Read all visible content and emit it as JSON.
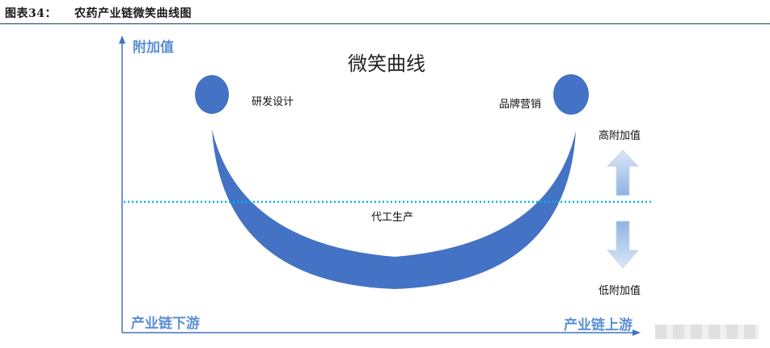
{
  "figure": {
    "number": "图表34：",
    "caption": "农药产业链微笑曲线图"
  },
  "diagram": {
    "title": "微笑曲线",
    "y_axis_label": "附加值",
    "x_left_label": "产业链下游",
    "x_right_label": "产业链上游",
    "left_node": "研发设计",
    "right_node": "品牌营销",
    "bottom_node": "代工生产",
    "high_label": "高附加值",
    "low_label": "低附加值"
  },
  "colors": {
    "curve": "#4472c4",
    "axis": "#4472c4",
    "axis_label": "#5b8fd6",
    "dotted_line": "#00b0f0",
    "arrow_light": "#dbe7f7",
    "arrow_dark": "#8eb4e3"
  }
}
